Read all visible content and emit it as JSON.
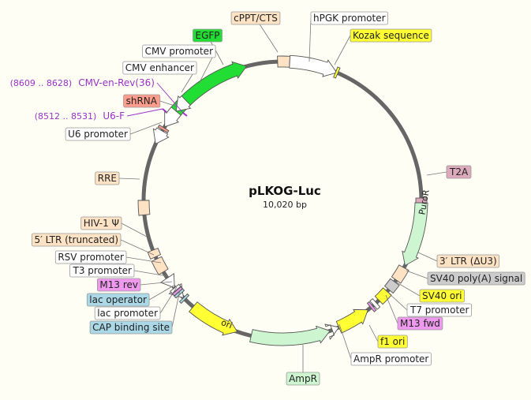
{
  "plasmid": {
    "name": "pLKOG-Luc",
    "length": "10,020 bp"
  },
  "features": [
    {
      "key": "cppt",
      "label": "cPPT/CTS",
      "color": "#fde2c4"
    },
    {
      "key": "hpgk",
      "label": "hPGK promoter",
      "color": "#ffffff"
    },
    {
      "key": "kozak",
      "label": "Kozak sequence",
      "color": "#ffff33"
    },
    {
      "key": "egfp",
      "label": "EGFP",
      "color": "#22dd33"
    },
    {
      "key": "cmvpromoter",
      "label": "CMV promoter",
      "color": "#ffffff"
    },
    {
      "key": "cmvenhancer",
      "label": "CMV enhancer",
      "color": "#ffffff"
    },
    {
      "key": "shrna",
      "label": "shRNA",
      "color": "#ff9c8c"
    },
    {
      "key": "u6promoter",
      "label": "U6 promoter",
      "color": "#ffffff"
    },
    {
      "key": "rre",
      "label": "RRE",
      "color": "#fde2c4"
    },
    {
      "key": "t2a",
      "label": "T2A",
      "color": "#ddaabb"
    },
    {
      "key": "puror",
      "label": "PuroR",
      "color": "#ccf5d0"
    },
    {
      "key": "ltr3",
      "label": "3′ LTR (ΔU3)",
      "color": "#fde2c4"
    },
    {
      "key": "sv40pa",
      "label": "SV40 poly(A) signal",
      "color": "#cccccc"
    },
    {
      "key": "sv40ori",
      "label": "SV40 ori",
      "color": "#ffff33"
    },
    {
      "key": "t7",
      "label": "T7 promoter",
      "color": "#ffffff"
    },
    {
      "key": "m13fwd",
      "label": "M13 fwd",
      "color": "#ee99ee"
    },
    {
      "key": "f1ori",
      "label": "f1 ori",
      "color": "#ffff33"
    },
    {
      "key": "amprpromoter",
      "label": "AmpR promoter",
      "color": "#ffffff"
    },
    {
      "key": "ampr",
      "label": "AmpR",
      "color": "#ccf5d0"
    },
    {
      "key": "ori",
      "label": "ori",
      "color": "#ffff33"
    },
    {
      "key": "cap",
      "label": "CAP binding site",
      "color": "#aad8e6"
    },
    {
      "key": "lacpromoter",
      "label": "lac promoter",
      "color": "#ffffff"
    },
    {
      "key": "lacoperator",
      "label": "lac operator",
      "color": "#aad8e6"
    },
    {
      "key": "m13rev",
      "label": "M13 rev",
      "color": "#ee99ee"
    },
    {
      "key": "t3",
      "label": "T3 promoter",
      "color": "#ffffff"
    },
    {
      "key": "rsv",
      "label": "RSV promoter",
      "color": "#ffffff"
    },
    {
      "key": "ltr5",
      "label": "5′ LTR (truncated)",
      "color": "#fde2c4"
    },
    {
      "key": "hiv",
      "label": "HIV-1 Ψ",
      "color": "#fde2c4"
    }
  ],
  "primers": [
    {
      "key": "cmvrev",
      "label": "CMV-en-Rev(36)",
      "coords": "(8609 .. 8628)"
    },
    {
      "key": "u6f",
      "label": "U6-F",
      "coords": "(8512 .. 8531)"
    }
  ],
  "colors": {
    "backbone": "#666666",
    "primer": "#9a32c8",
    "feature_stroke": "#555555",
    "background": "#fffef5"
  }
}
